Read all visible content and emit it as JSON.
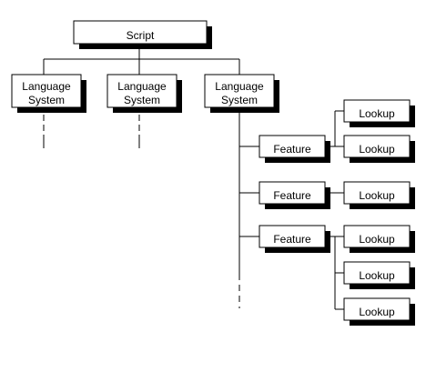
{
  "diagram": {
    "script": {
      "label": "Script"
    },
    "language_systems": [
      {
        "line1": "Language",
        "line2": "System"
      },
      {
        "line1": "Language",
        "line2": "System"
      },
      {
        "line1": "Language",
        "line2": "System"
      }
    ],
    "features": [
      {
        "label": "Feature"
      },
      {
        "label": "Feature"
      },
      {
        "label": "Feature"
      }
    ],
    "lookups": [
      {
        "label": "Lookup"
      },
      {
        "label": "Lookup"
      },
      {
        "label": "Lookup"
      },
      {
        "label": "Lookup"
      },
      {
        "label": "Lookup"
      },
      {
        "label": "Lookup"
      }
    ],
    "colors": {
      "box_fill": "#ffffff",
      "shadow": "#000000",
      "line": "#000000"
    }
  }
}
